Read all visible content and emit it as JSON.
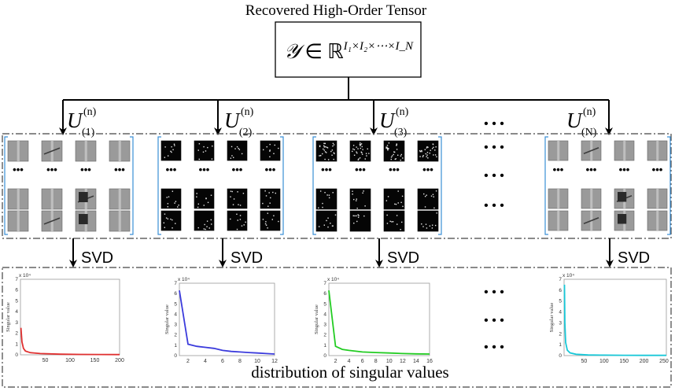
{
  "diagram": {
    "title": "Recovered High-Order Tensor",
    "tensor_box": {
      "symbol": "𝒴",
      "member": "∈",
      "field": "ℝ",
      "dims": "I₁×I₂×⋯×I_N"
    },
    "branches": [
      {
        "factor": "U",
        "sup": "(n)",
        "sub": "(1)",
        "pattern": "gray",
        "method": "SVD"
      },
      {
        "factor": "U",
        "sup": "(n)",
        "sub": "(2)",
        "pattern": "dark-sparse",
        "method": "SVD"
      },
      {
        "factor": "U",
        "sup": "(n)",
        "sub": "(3)",
        "pattern": "dark-dense",
        "method": "SVD"
      },
      {
        "factor": "U",
        "sup": "(n)",
        "sub": "(N)",
        "pattern": "gray",
        "method": "SVD"
      }
    ],
    "ellipsis": "•  •  •",
    "row_dots": "•••",
    "bottom_caption": "distribution of singular values"
  },
  "chart_data": [
    {
      "type": "line",
      "scale_label": "x 10⁴",
      "ylabel": "Singular value",
      "ylim": [
        0,
        7
      ],
      "yticks": [
        "0",
        "1",
        "2",
        "3",
        "4",
        "5",
        "6",
        "7"
      ],
      "xlim": [
        0,
        200
      ],
      "xticks": [
        "50",
        "100",
        "150",
        "200"
      ],
      "color": "#e03030",
      "series": [
        {
          "x": [
            1,
            3,
            6,
            10,
            20,
            40,
            80,
            120,
            160,
            200
          ],
          "y": [
            2.5,
            1.2,
            0.6,
            0.35,
            0.2,
            0.12,
            0.06,
            0.04,
            0.03,
            0.02
          ]
        }
      ]
    },
    {
      "type": "line",
      "scale_label": "x 10⁴",
      "ylabel": "Singular value",
      "ylim": [
        0,
        7
      ],
      "yticks": [
        "0",
        "1",
        "2",
        "3",
        "4",
        "5",
        "6",
        "7"
      ],
      "xlim": [
        1,
        12
      ],
      "xticks": [
        "2",
        "4",
        "6",
        "8",
        "10",
        "12"
      ],
      "color": "#3b3bdc",
      "series": [
        {
          "x": [
            1,
            2,
            3,
            4,
            5,
            6,
            7,
            8,
            9,
            10,
            11,
            12
          ],
          "y": [
            6.3,
            1.1,
            0.9,
            0.8,
            0.7,
            0.5,
            0.4,
            0.35,
            0.3,
            0.25,
            0.2,
            0.15
          ]
        }
      ]
    },
    {
      "type": "line",
      "scale_label": "x 10⁴",
      "ylabel": "Singular value",
      "ylim": [
        0,
        7
      ],
      "yticks": [
        "0",
        "1",
        "2",
        "3",
        "4",
        "5",
        "6",
        "7"
      ],
      "xlim": [
        1,
        16
      ],
      "xticks": [
        "2",
        "4",
        "6",
        "8",
        "10",
        "12",
        "14",
        "16"
      ],
      "color": "#22cc22",
      "series": [
        {
          "x": [
            1,
            2,
            3,
            4,
            6,
            8,
            10,
            12,
            14,
            16
          ],
          "y": [
            6.3,
            0.9,
            0.6,
            0.5,
            0.35,
            0.3,
            0.25,
            0.2,
            0.17,
            0.15
          ]
        }
      ]
    },
    {
      "type": "line",
      "scale_label": "x 10⁴",
      "ylabel": "Singular value",
      "ylim": [
        0,
        7
      ],
      "yticks": [
        "0",
        "1",
        "2",
        "3",
        "4",
        "5",
        "6",
        "7"
      ],
      "xlim": [
        0,
        256
      ],
      "xticks": [
        "50",
        "100",
        "150",
        "200",
        "250"
      ],
      "color": "#18c8d8",
      "series": [
        {
          "x": [
            1,
            2,
            4,
            8,
            15,
            30,
            60,
            100,
            150,
            200,
            256
          ],
          "y": [
            6.5,
            3.0,
            1.2,
            0.5,
            0.25,
            0.12,
            0.06,
            0.04,
            0.03,
            0.02,
            0.02
          ]
        }
      ]
    }
  ]
}
